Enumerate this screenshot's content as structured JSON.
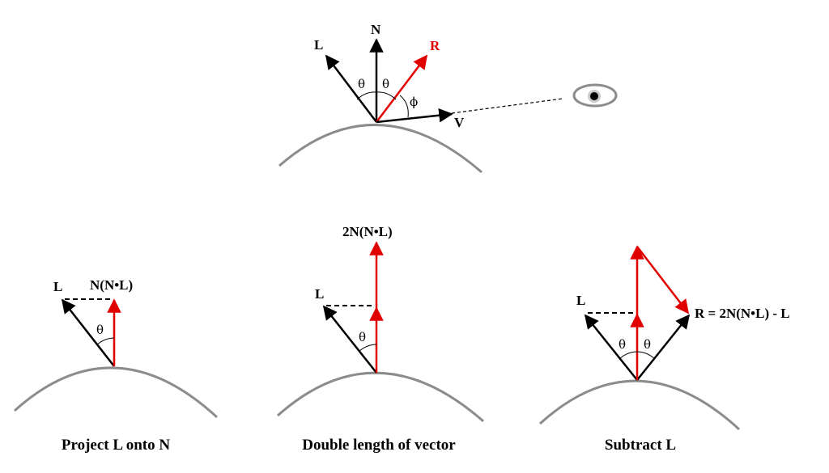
{
  "colors": {
    "black": "#000000",
    "red": "#e00000",
    "surface": "#8c8c8c",
    "eye": "#8c8c8c"
  },
  "top": {
    "labels": {
      "N": "N",
      "L": "L",
      "R": "R",
      "V": "V",
      "theta_left": "θ",
      "theta_right": "θ",
      "phi": "ϕ"
    }
  },
  "panels": [
    {
      "caption": "Project L onto N",
      "label_L": "L",
      "label_top": "N(N•L)",
      "theta": "θ"
    },
    {
      "caption": "Double length of vector",
      "label_L": "L",
      "label_top": "2N(N•L)",
      "theta": "θ"
    },
    {
      "caption": "Subtract L",
      "label_L": "L",
      "label_R": "R = 2N(N•L) - L",
      "theta_left": "θ",
      "theta_right": "θ"
    }
  ]
}
